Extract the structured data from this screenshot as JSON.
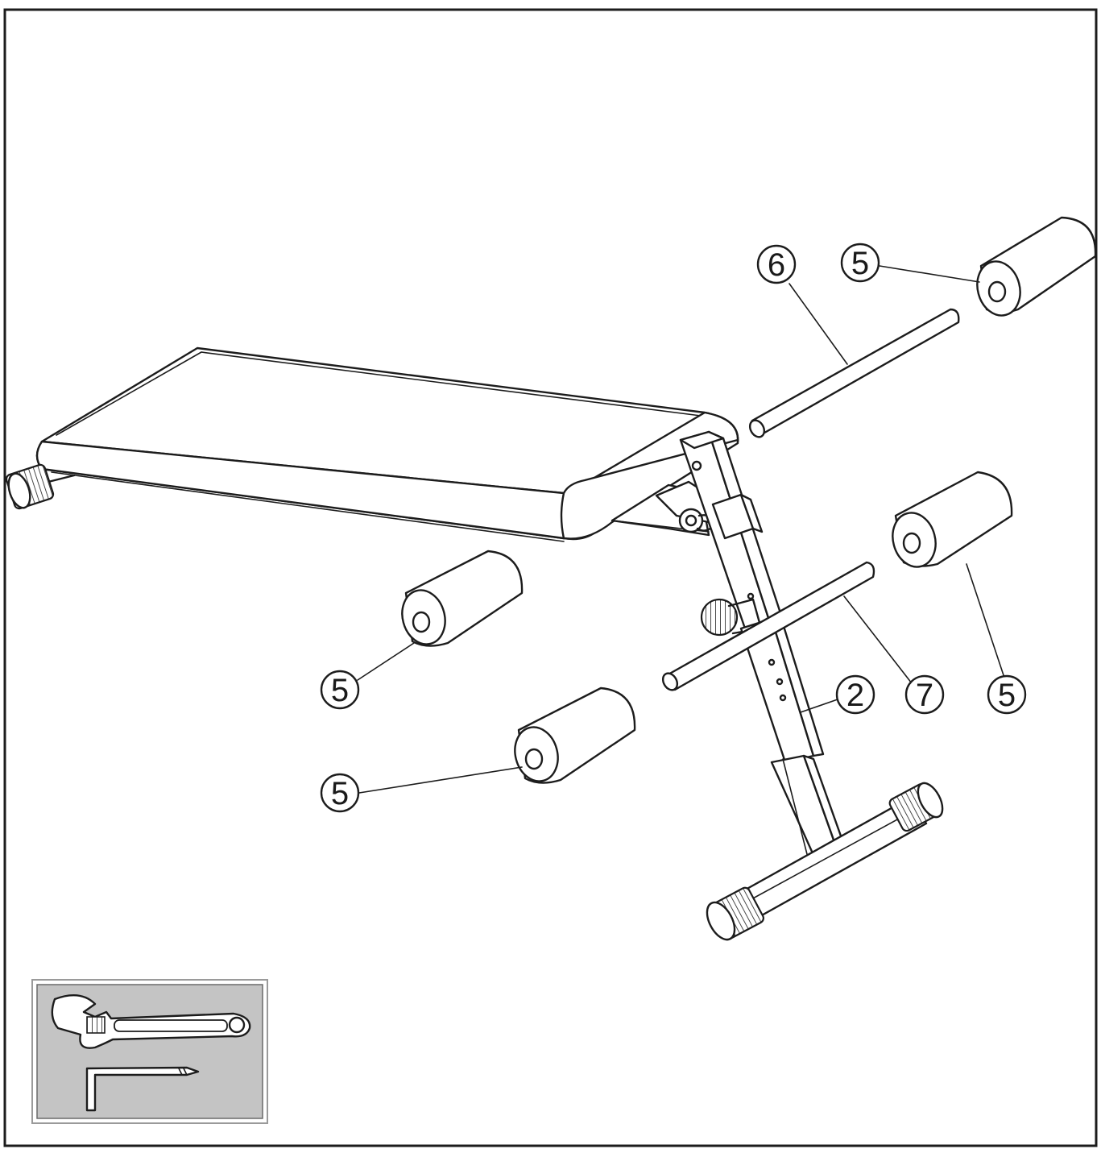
{
  "callouts": {
    "c6_top": "6",
    "c5_top": "5",
    "c5_mid_left": "5",
    "c5_bottom_left": "5",
    "c2": "2",
    "c7": "7",
    "c5_right": "5"
  },
  "colors": {
    "line": "#1c1c1c",
    "tool_panel": "#c4c4c4",
    "background": "#ffffff"
  },
  "tools": [
    "adjustable-wrench",
    "allen-key"
  ]
}
